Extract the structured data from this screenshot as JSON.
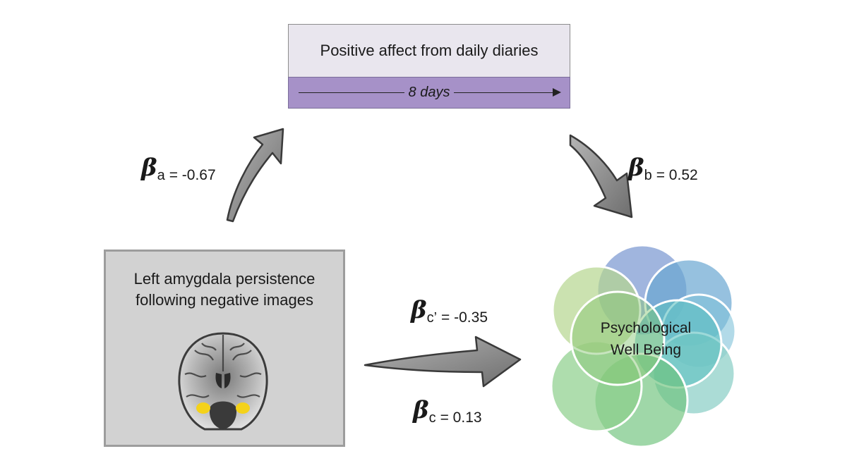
{
  "mediator": {
    "title": "Positive affect from daily diaries",
    "duration": "8 days",
    "colors": {
      "top": "#e9e6ee",
      "bottom": "#a691c8"
    }
  },
  "predictor": {
    "title_line1": "Left amygdala persistence",
    "title_line2": "following negative images",
    "brain_image": "coronal-mri-slice-icon",
    "highlight_color": "#f4d21a"
  },
  "outcome": {
    "line1": "Psychological",
    "line2": "Well Being",
    "petal_colors": [
      "#8fa8d8",
      "#6aa6d1",
      "#7ec2d8",
      "#5bbfc0",
      "#8fd0c8",
      "#8ccf8a",
      "#6cc17a",
      "#9ccf7e",
      "#b5d68e"
    ]
  },
  "paths": {
    "a": {
      "symbol": "β",
      "sub": "a",
      "value": "= -0.67"
    },
    "b": {
      "symbol": "β",
      "sub": "b",
      "value": "= 0.52"
    },
    "c_prime": {
      "symbol": "β",
      "sub": "c’",
      "value": "= -0.35"
    },
    "c": {
      "symbol": "β",
      "sub": "c",
      "value": "= 0.13"
    }
  },
  "arrow_color": "#8a8a8a"
}
